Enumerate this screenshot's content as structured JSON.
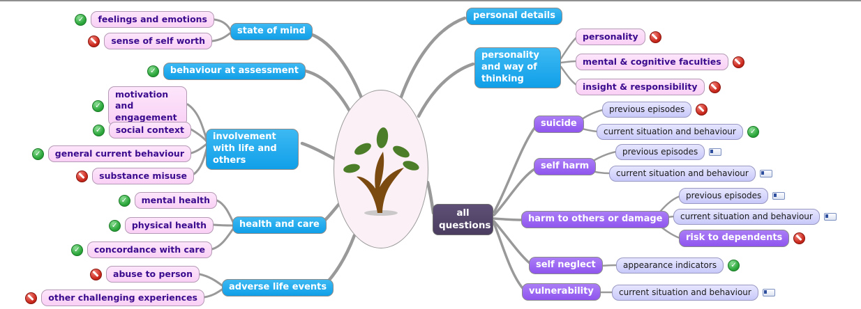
{
  "window": {
    "top_border_color": "#8f8f8f"
  },
  "colors": {
    "branch_blue": "#19a9ee",
    "leaf_pink": "#f9d0f5",
    "node_purple": "#9966f0",
    "leaf_lavender": "#ccccff",
    "hub_dark_purple": "#4b3d60",
    "edge_gray": "#999999",
    "status_green": "#2da83c",
    "status_red": "#cc2a1e",
    "center_fill": "#faf0f5",
    "tree_trunk_brown": "#7a4a10",
    "tree_leaf_green": "#4c7d28"
  },
  "center": {
    "icon": "tree-icon"
  },
  "left_branches": {
    "state_of_mind": {
      "label": "state of mind",
      "children": [
        {
          "label": "feelings and emotions",
          "status": "approved"
        },
        {
          "label": "sense of self worth",
          "status": "blocked"
        }
      ]
    },
    "behaviour_at_assessment": {
      "label": "behaviour at assessment",
      "status": "approved"
    },
    "involvement": {
      "label": "involvement with life and others",
      "children": [
        {
          "label": "motivation and engagement",
          "status": "approved"
        },
        {
          "label": "social context",
          "status": "approved"
        },
        {
          "label": "general current behaviour",
          "status": "approved"
        },
        {
          "label": "substance misuse",
          "status": "blocked"
        }
      ]
    },
    "health_and_care": {
      "label": "health and care",
      "children": [
        {
          "label": "mental health",
          "status": "approved"
        },
        {
          "label": "physical health",
          "status": "approved"
        },
        {
          "label": "concordance with care",
          "status": "approved"
        }
      ]
    },
    "adverse_life_events": {
      "label": "adverse life events",
      "children": [
        {
          "label": "abuse to person",
          "status": "blocked"
        },
        {
          "label": "other challenging experiences",
          "status": "blocked"
        }
      ]
    }
  },
  "right_branches": {
    "personal_details": {
      "label": "personal details"
    },
    "personality_and_way_of_thinking": {
      "label": "personality and way of thinking",
      "children": [
        {
          "label": "personality",
          "status": "blocked"
        },
        {
          "label": "mental & cognitive faculties",
          "status": "blocked"
        },
        {
          "label": "insight & responsibility",
          "status": "blocked"
        }
      ]
    },
    "all_questions": {
      "label": "all questions",
      "children": [
        {
          "label": "suicide",
          "children": [
            {
              "label": "previous episodes",
              "status": "blocked"
            },
            {
              "label": "current situation and behaviour",
              "status": "approved"
            }
          ]
        },
        {
          "label": "self harm",
          "children": [
            {
              "label": "previous episodes",
              "status": "in-progress"
            },
            {
              "label": "current situation and behaviour",
              "status": "in-progress"
            }
          ]
        },
        {
          "label": "harm to others or damage",
          "children": [
            {
              "label": "previous episodes",
              "status": "in-progress"
            },
            {
              "label": "current situation and behaviour",
              "status": "in-progress"
            },
            {
              "label": "risk to dependents",
              "status": "blocked"
            }
          ]
        },
        {
          "label": "self neglect",
          "children": [
            {
              "label": "appearance indicators",
              "status": "approved"
            }
          ]
        },
        {
          "label": "vulnerability",
          "children": [
            {
              "label": "current situation and behaviour",
              "status": "in-progress"
            }
          ]
        }
      ]
    }
  }
}
